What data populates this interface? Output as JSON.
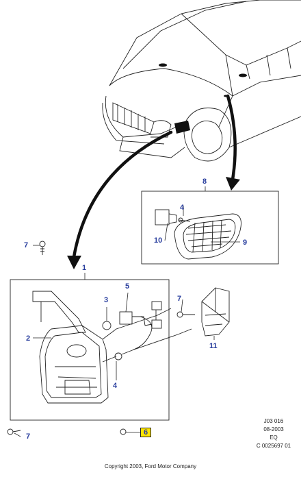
{
  "callouts": {
    "c1": "1",
    "c2": "2",
    "c3": "3",
    "c4_left": "4",
    "c4_inset": "4",
    "c5": "5",
    "c6": "6",
    "c7_top": "7",
    "c7_mid": "7",
    "c7_bottom": "7",
    "c8": "8",
    "c9": "9",
    "c10": "10",
    "c11": "11"
  },
  "reference": {
    "line1": "J03 016",
    "line2": "08-2003",
    "line3": "EQ",
    "line4": "C 0025697 01"
  },
  "copyright": "Copyright 2003, Ford Motor Company",
  "colors": {
    "callout": "#2a3f9e",
    "highlight": "#ffe600",
    "line": "#222222"
  }
}
